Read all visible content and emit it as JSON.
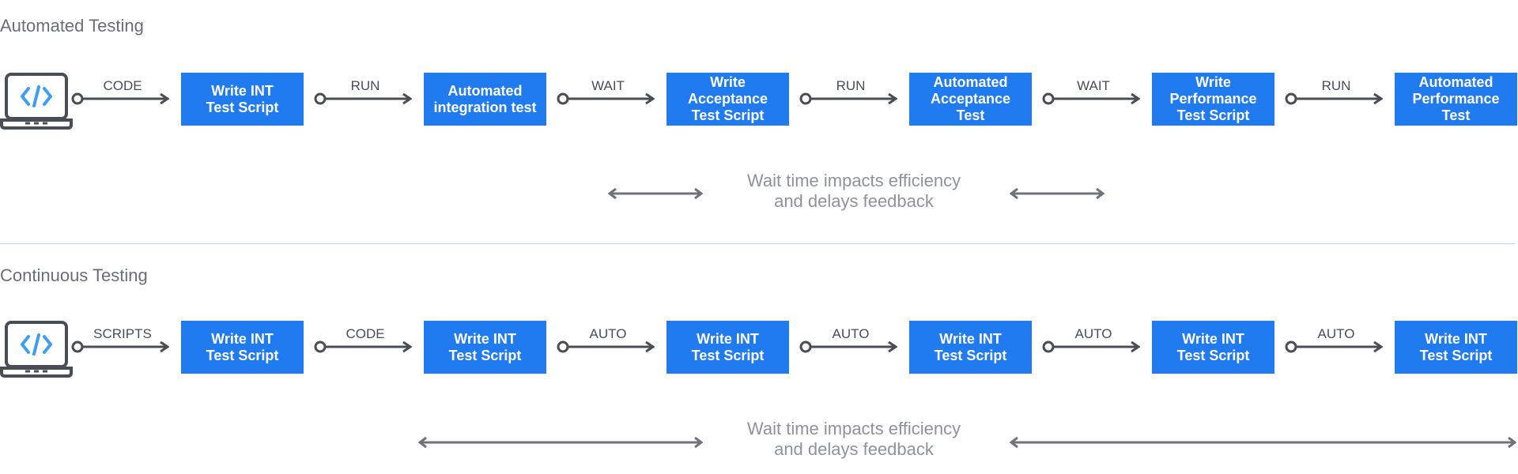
{
  "sections": [
    {
      "title": "Automated Testing",
      "connectors": [
        "CODE",
        "RUN",
        "WAIT",
        "RUN",
        "WAIT",
        "RUN"
      ],
      "steps": [
        "Write INT\nTest Script",
        "Automated\nintegration test",
        "Write\nAcceptance\nTest Script",
        "Automated\nAcceptance\nTest",
        "Write\nPerformance\nTest Script",
        "Automated\nPerformance\nTest"
      ],
      "note": "Wait time impacts efficiency\nand delays feedback"
    },
    {
      "title": "Continuous Testing",
      "connectors": [
        "SCRIPTS",
        "CODE",
        "AUTO",
        "AUTO",
        "AUTO",
        "AUTO"
      ],
      "steps": [
        "Write INT\nTest Script",
        "Write INT\nTest Script",
        "Write INT\nTest Script",
        "Write INT\nTest Script",
        "Write INT\nTest Script",
        "Write INT\nTest Script"
      ],
      "note": "Wait time impacts efficiency\nand delays feedback"
    }
  ],
  "icons": {
    "developer": "laptop-code-icon"
  },
  "colors": {
    "step_fill": "#1f7bef",
    "arrow": "#4a4d55",
    "note_text": "#8f9299",
    "divider": "#b9d6ec"
  }
}
